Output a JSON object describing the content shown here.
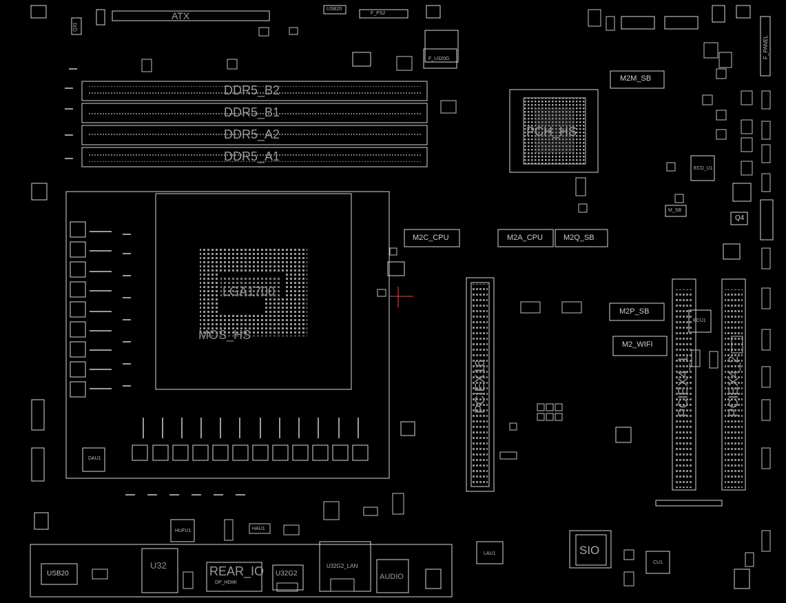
{
  "board": {
    "atx": "ATX",
    "dimm": [
      "DDR5_B2",
      "DDR5_B1",
      "DDR5_A2",
      "DDR5_A1"
    ],
    "cpu_socket": "LGA1700",
    "mos_hs": "MOS_HS",
    "pch_hs": "PCH_HS",
    "m2": {
      "m2m_sb": "M2M_SB",
      "m2c_cpu": "M2C_CPU",
      "m2a_cpu": "M2A_CPU",
      "m2q_sb": "M2Q_SB",
      "m2p_sb": "M2P_SB",
      "m2_wifi": "M2_WIFI"
    },
    "pcie": {
      "x16": "PCIEX16",
      "x4_1": "PCIEX4_1",
      "x4_2": "PCIEX4_2"
    },
    "sio": "SIO",
    "rear_io": "REAR_IO",
    "audio": "AUDIO",
    "usb20": "USB20",
    "u32": "U32",
    "u32g2": "U32G2",
    "u32g2_lan": "U32G2_LAN",
    "dp_hdmi": "DP_HDMI",
    "f_panel": "F_PANEL",
    "q4": "Q4",
    "small_labels": {
      "dau1": "DAU1",
      "lau1": "LAU1",
      "ecu1": "ECU1",
      "cu1": "CU1",
      "hau1": "HAU1",
      "hufu1": "HUFU1",
      "ecd_u1": "ECD_U1",
      "f_u320g": "F_U320G",
      "m_sb": "M_SB",
      "q31": "Q31",
      "usb20_top": "USB20",
      "fp2": "F_PS2"
    }
  }
}
